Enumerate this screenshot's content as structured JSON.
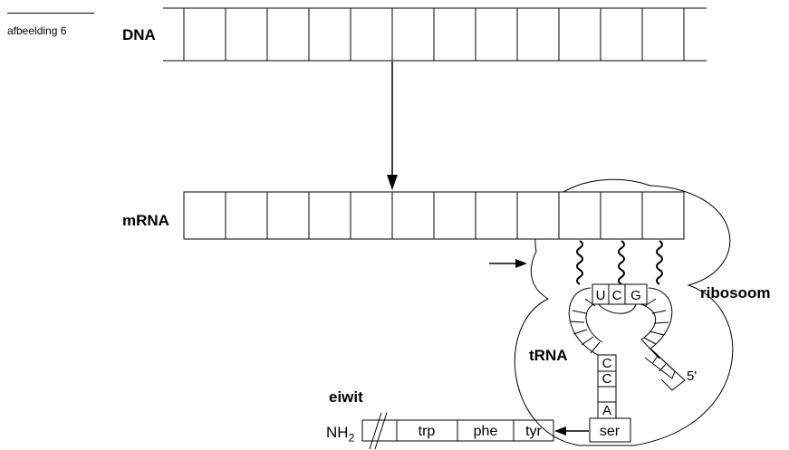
{
  "caption": "afbeelding 6",
  "labels": {
    "dna": "DNA",
    "mrna": "mRNA",
    "ribosome": "ribosoom",
    "trna": "tRNA",
    "protein": "eiwit",
    "five_prime": "5'"
  },
  "anticodon": [
    "U",
    "C",
    "G"
  ],
  "acceptor_bases": [
    "C",
    "C",
    "A"
  ],
  "peptide": {
    "n_terminus": "NH",
    "n_terminus_sub": "2",
    "amino_acids": [
      "trp",
      "phe",
      "tyr"
    ],
    "incoming": "ser"
  },
  "strands": {
    "dna_boxes": 12,
    "mrna_boxes": 12
  }
}
